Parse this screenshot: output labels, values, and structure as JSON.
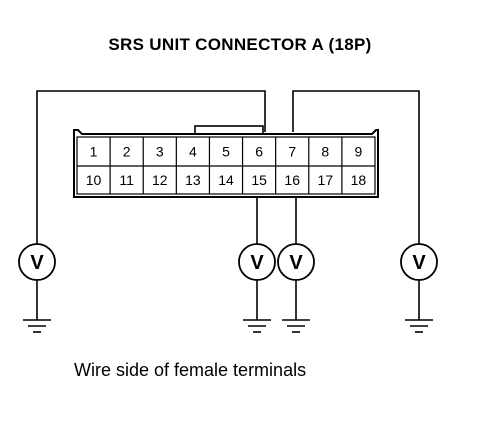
{
  "title": "SRS UNIT CONNECTOR A (18P)",
  "caption": "Wire side of female terminals",
  "connector": {
    "row_top": [
      "1",
      "2",
      "3",
      "4",
      "5",
      "6",
      "7",
      "8",
      "9"
    ],
    "row_bottom": [
      "10",
      "11",
      "12",
      "13",
      "14",
      "15",
      "16",
      "17",
      "18"
    ]
  },
  "meters": [
    {
      "symbol": "V",
      "icon": "voltmeter-icon"
    },
    {
      "symbol": "V",
      "icon": "voltmeter-icon"
    },
    {
      "symbol": "V",
      "icon": "voltmeter-icon"
    },
    {
      "symbol": "V",
      "icon": "voltmeter-icon"
    }
  ],
  "colors": {
    "line": "#000000",
    "background": "#ffffff"
  }
}
